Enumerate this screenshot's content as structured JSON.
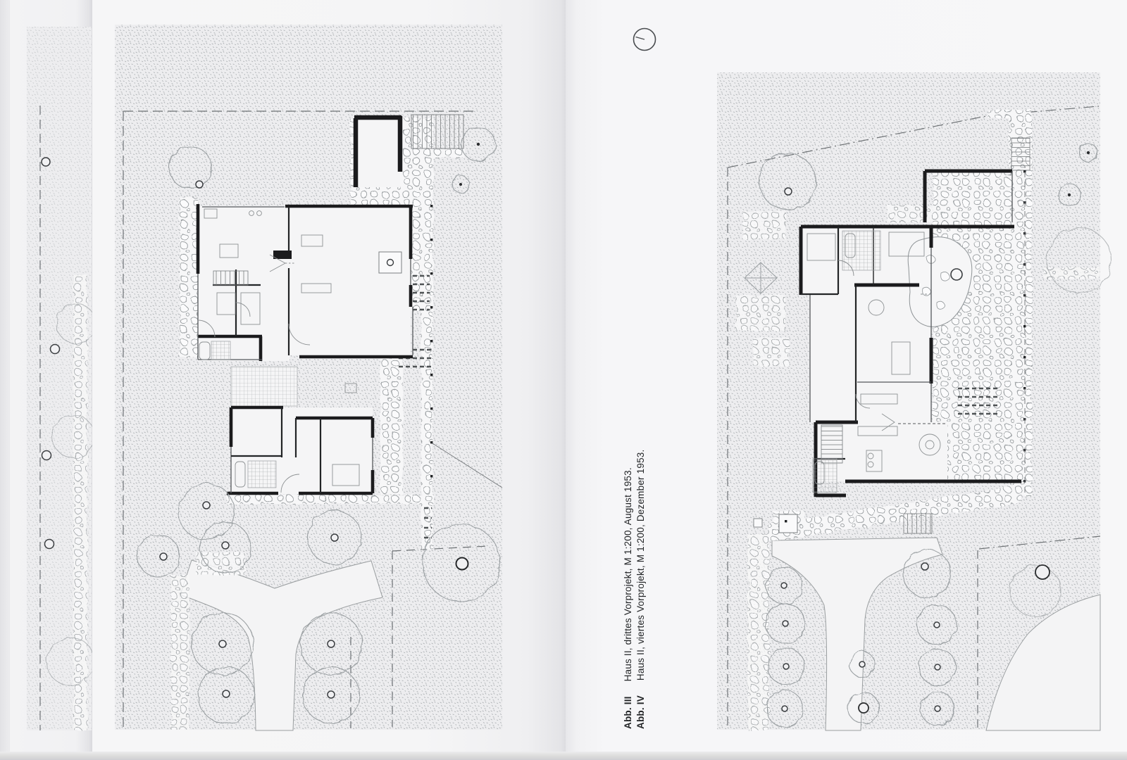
{
  "document": {
    "kind": "book spread with two architectural site-plan figures"
  },
  "captions": [
    {
      "label": "Abb. III",
      "text": "Haus II, drittes Vorprojekt, M 1:200, August 1953."
    },
    {
      "label": "Abb. IV",
      "text": "Haus II, viertes Vorprojekt, M 1:200, Dezember 1953."
    }
  ],
  "icons": {
    "clock": "clock-icon"
  },
  "colors": {
    "paper": "#f6f6f7",
    "ink_walls": "#1b1b1d",
    "line_gray": "#8d9193",
    "stipple": "#aaaeb1"
  }
}
